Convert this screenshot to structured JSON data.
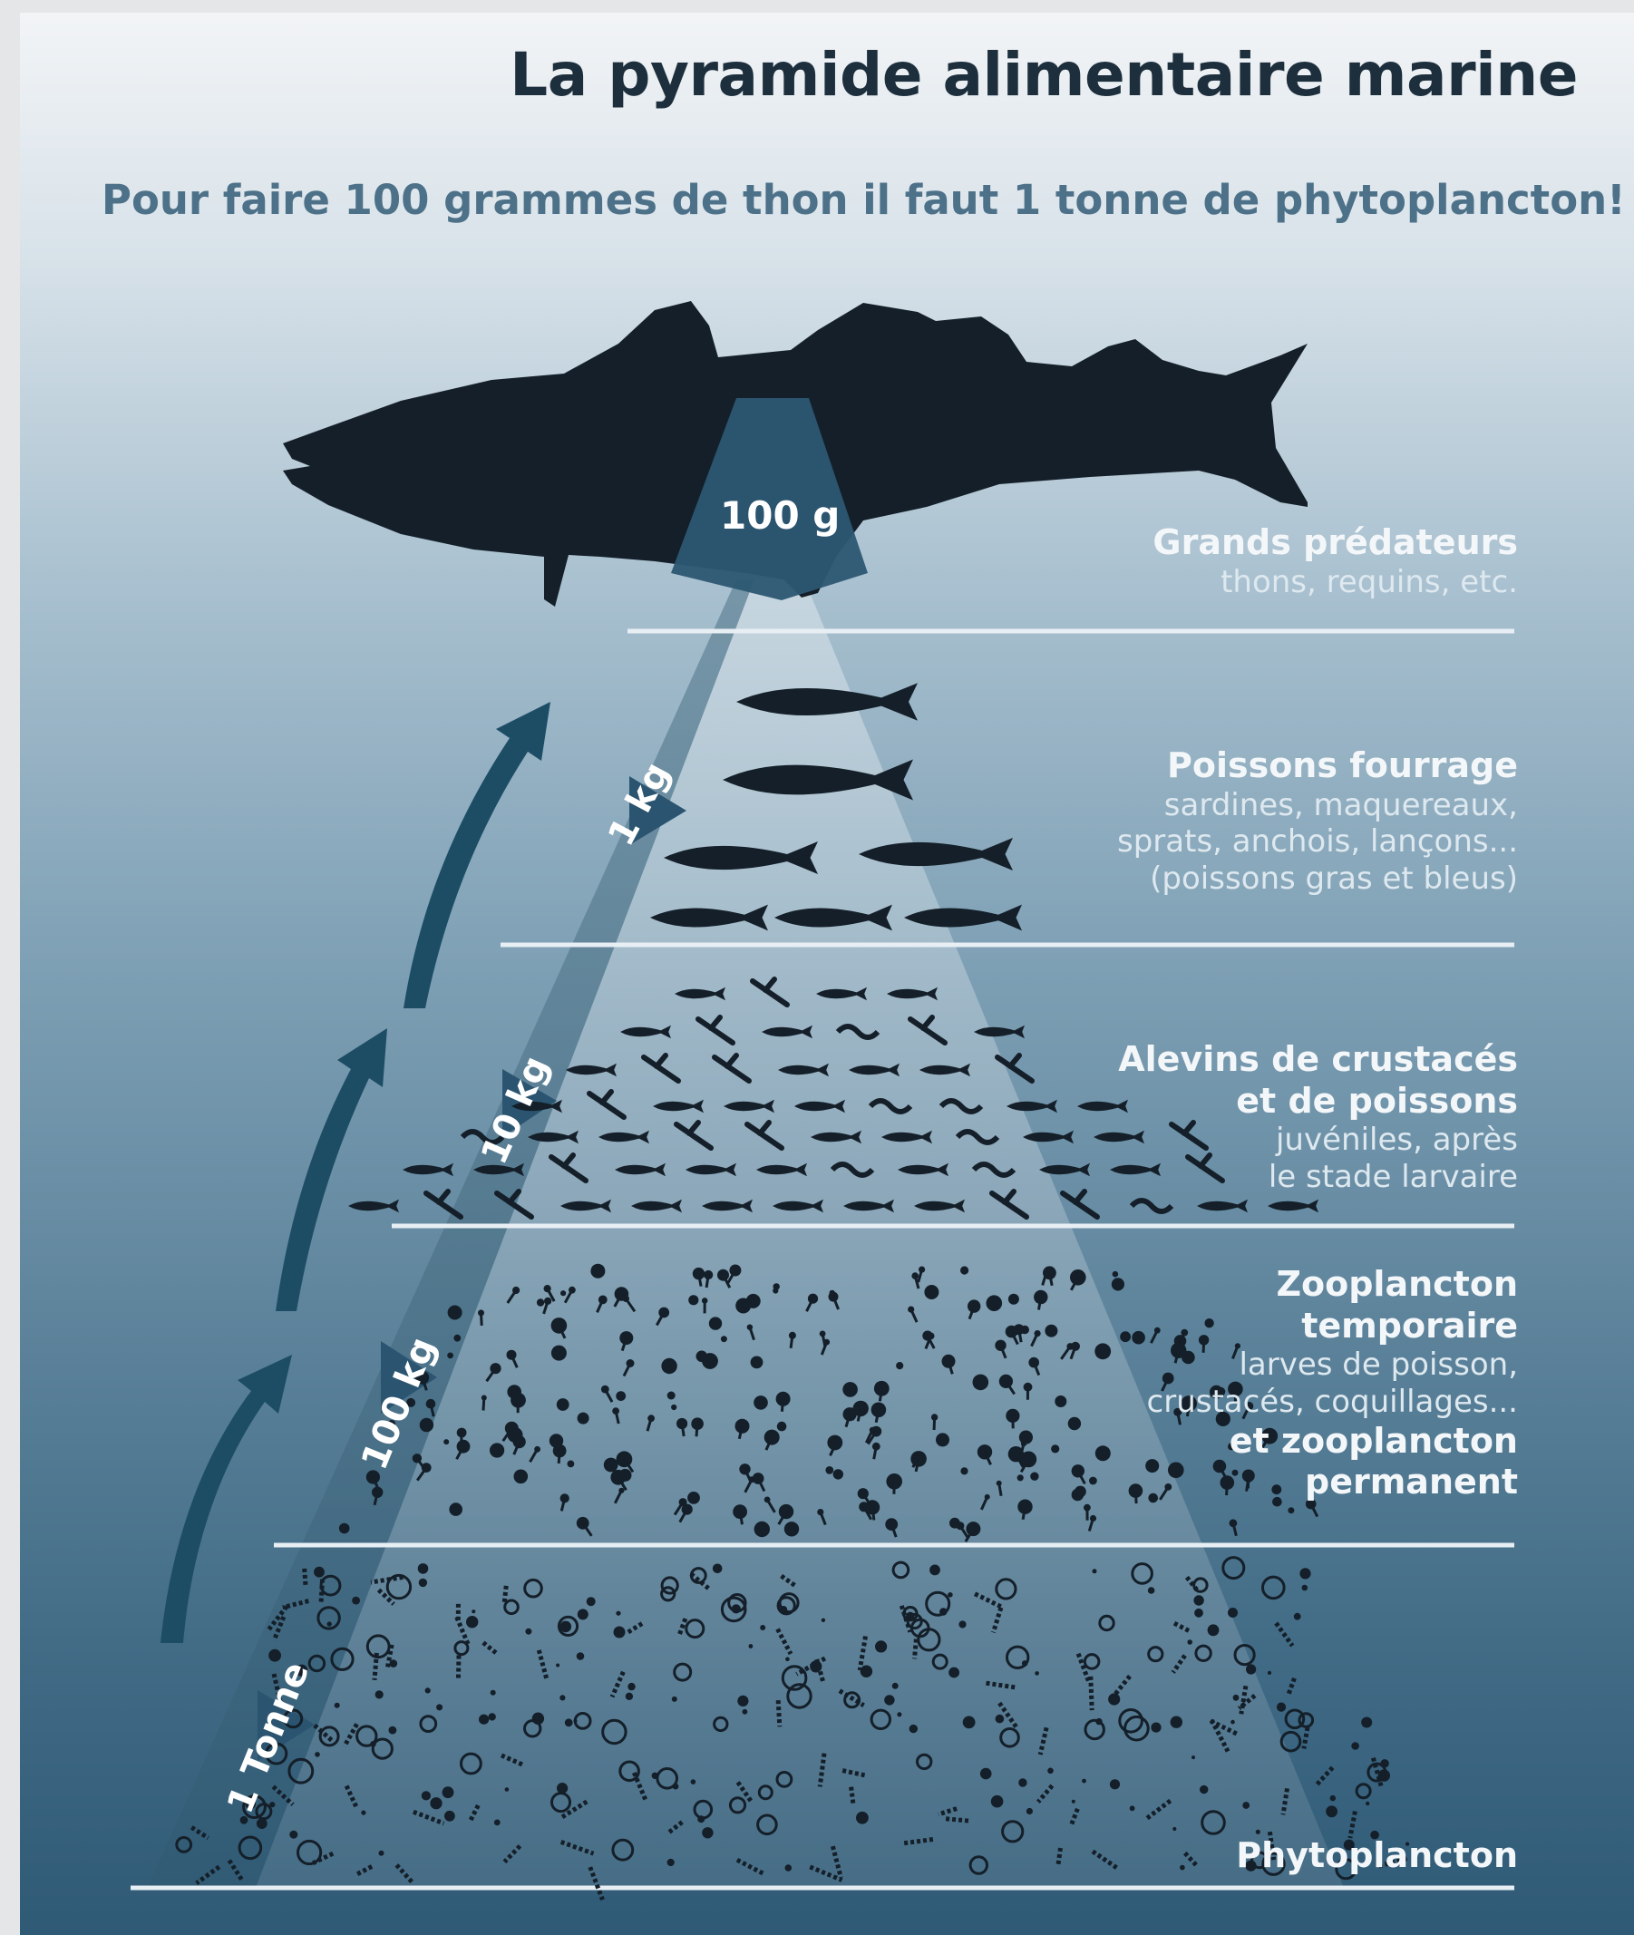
{
  "title": "La pyramide alimentaire marine",
  "subtitle": "Pour faire 100 grammes de thon il faut 1 tonne de phytoplancton!",
  "levels": [
    {
      "weight": "100 g",
      "name": "Grands prédateurs",
      "desc": "thons, requins, etc."
    },
    {
      "weight": "1 kg",
      "name": "Poissons fourrage",
      "desc_lines": [
        "sardines, maquereaux,",
        "sprats, anchois, lançons...",
        "(poissons gras et bleus)"
      ]
    },
    {
      "weight": "10 kg",
      "name_lines": [
        "Alevins de crustacés",
        "et de poissons"
      ],
      "desc_lines": [
        "juvéniles, après",
        "le stade larvaire"
      ]
    },
    {
      "weight": "100 kg",
      "name_lines": [
        "Zooplancton",
        "temporaire"
      ],
      "desc_lines": [
        "larves de poisson,",
        "crustacés, coquillages..."
      ],
      "extra_lines": [
        "et zooplancton",
        "permanent"
      ]
    },
    {
      "weight": "1 Tonne",
      "name": "Phytoplancton"
    }
  ],
  "colors": {
    "silhouette": "#141f29",
    "arrow": "#1d4d65",
    "separator": "#e8eff4",
    "background_top": "#f2f4f6",
    "background_bottom": "#2f5a76"
  },
  "icons": [
    "fish-silhouette-icon",
    "forage-fish-icon",
    "juvenile-icon",
    "zooplankton-icon",
    "phytoplankton-icon",
    "upward-arrow-icon"
  ]
}
